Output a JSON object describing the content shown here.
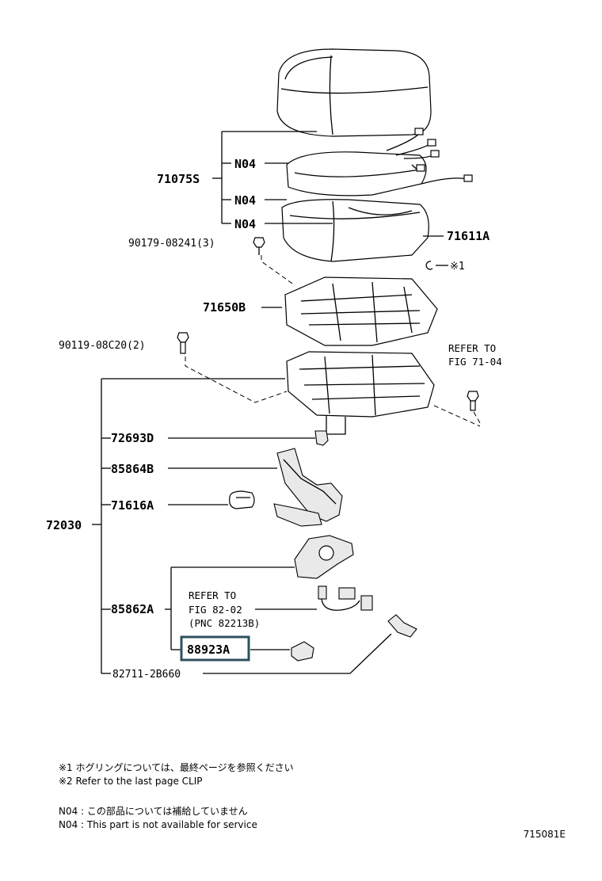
{
  "parts": {
    "seat_cover": "71075S",
    "n04_a": "N04",
    "n04_b": "N04",
    "n04_c": "N04",
    "pad": "71611A",
    "bolt_90179": "90179-08241(3)",
    "hog_ring": "※1",
    "spring": "71650B",
    "bolt_90119": "90119-08C20(2)",
    "frame_assy": "72030",
    "p72693D": "72693D",
    "p85864B": "85864B",
    "p71616A": "71616A",
    "p85862A": "85862A",
    "p88923A": "88923A",
    "p82711": "82711-2B660"
  },
  "refs": {
    "fig71_line1": "REFER TO",
    "fig71_line2": "FIG 71-04",
    "fig82_line1": "REFER TO",
    "fig82_line2": "FIG 82-02",
    "fig82_line3": "(PNC 82213B)"
  },
  "notes": {
    "n1": "※1 ホグリングについては、最終ページを参照ください",
    "n2": "※2 Refer to the last page CLIP",
    "n3": "N04 : この部品については補給していません",
    "n4": "N04 : This part is not available for service"
  },
  "diagram_code": "715081E",
  "highlight_color": "#2f4f5e"
}
